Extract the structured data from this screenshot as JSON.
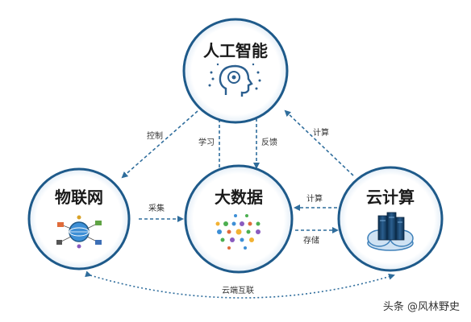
{
  "nodes": {
    "ai": {
      "label": "人工智能"
    },
    "iot": {
      "label": "物联网"
    },
    "bigdata": {
      "label": "大数据"
    },
    "cloud": {
      "label": "云计算"
    }
  },
  "edges": {
    "control": "控制",
    "learn": "学习",
    "feedback": "反馈",
    "compute_top": "计算",
    "collect": "采集",
    "compute_mid": "计算",
    "store": "存储",
    "cloud_link": "云端互联"
  },
  "watermark": {
    "text": "头条 @风林野史"
  },
  "colors": {
    "ring": "#1e5a8a",
    "ring_glow": "#dbe9f4",
    "arrow": "#2f6d9c",
    "accent": "#2f7fc1"
  }
}
